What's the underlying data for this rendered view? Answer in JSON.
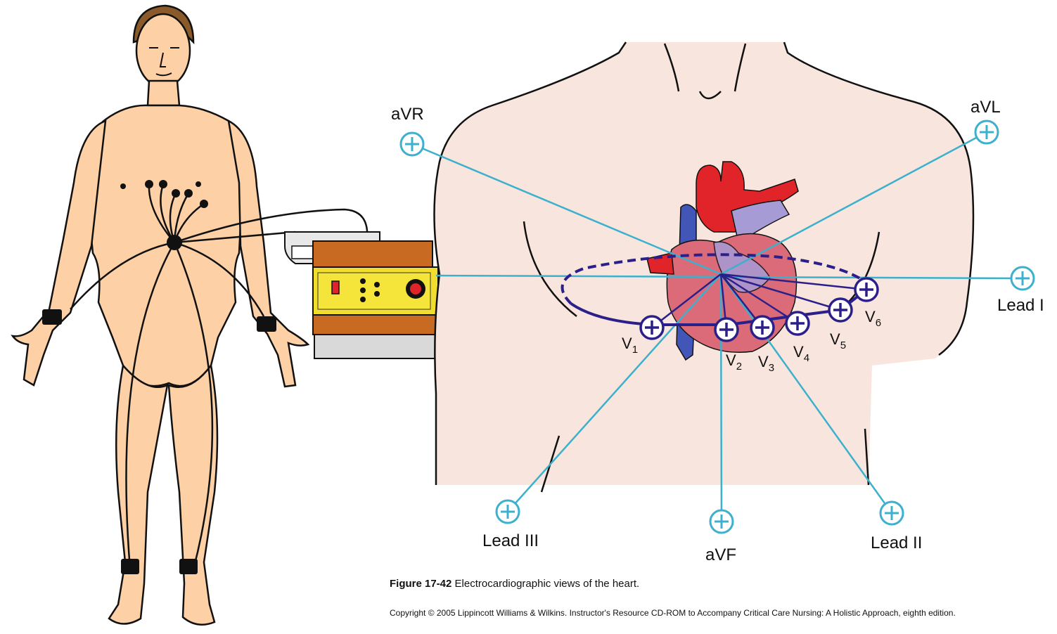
{
  "colors": {
    "skin": "#fdd0a6",
    "torso_bg": "#f8e6de",
    "limb_lead": "#3cb0cc",
    "precordial": "#2b1f8a",
    "heart_red": "#e0242a",
    "heart_pink": "#dc6b7a",
    "heart_purple": "#a79bd6",
    "vein_blue": "#4256b8",
    "device_yellow": "#f1de2c",
    "device_orange": "#c96a22"
  },
  "limb_leads": {
    "avr": "aVR",
    "avl": "aVL",
    "lead1": "Lead I",
    "lead2": "Lead II",
    "lead3": "Lead III",
    "avf": "aVF"
  },
  "precordial_leads": [
    {
      "letter": "V",
      "num": "1"
    },
    {
      "letter": "V",
      "num": "2"
    },
    {
      "letter": "V",
      "num": "3"
    },
    {
      "letter": "V",
      "num": "4"
    },
    {
      "letter": "V",
      "num": "5"
    },
    {
      "letter": "V",
      "num": "6"
    }
  ],
  "caption": {
    "figure": "Figure 17-42",
    "text": "Electrocardiographic views of the heart."
  },
  "copyright": "Copyright © 2005 Lippincott Williams & Wilkins.  Instructor's Resource CD-ROM to Accompany Critical Care Nursing: A Holistic Approach, eighth edition."
}
